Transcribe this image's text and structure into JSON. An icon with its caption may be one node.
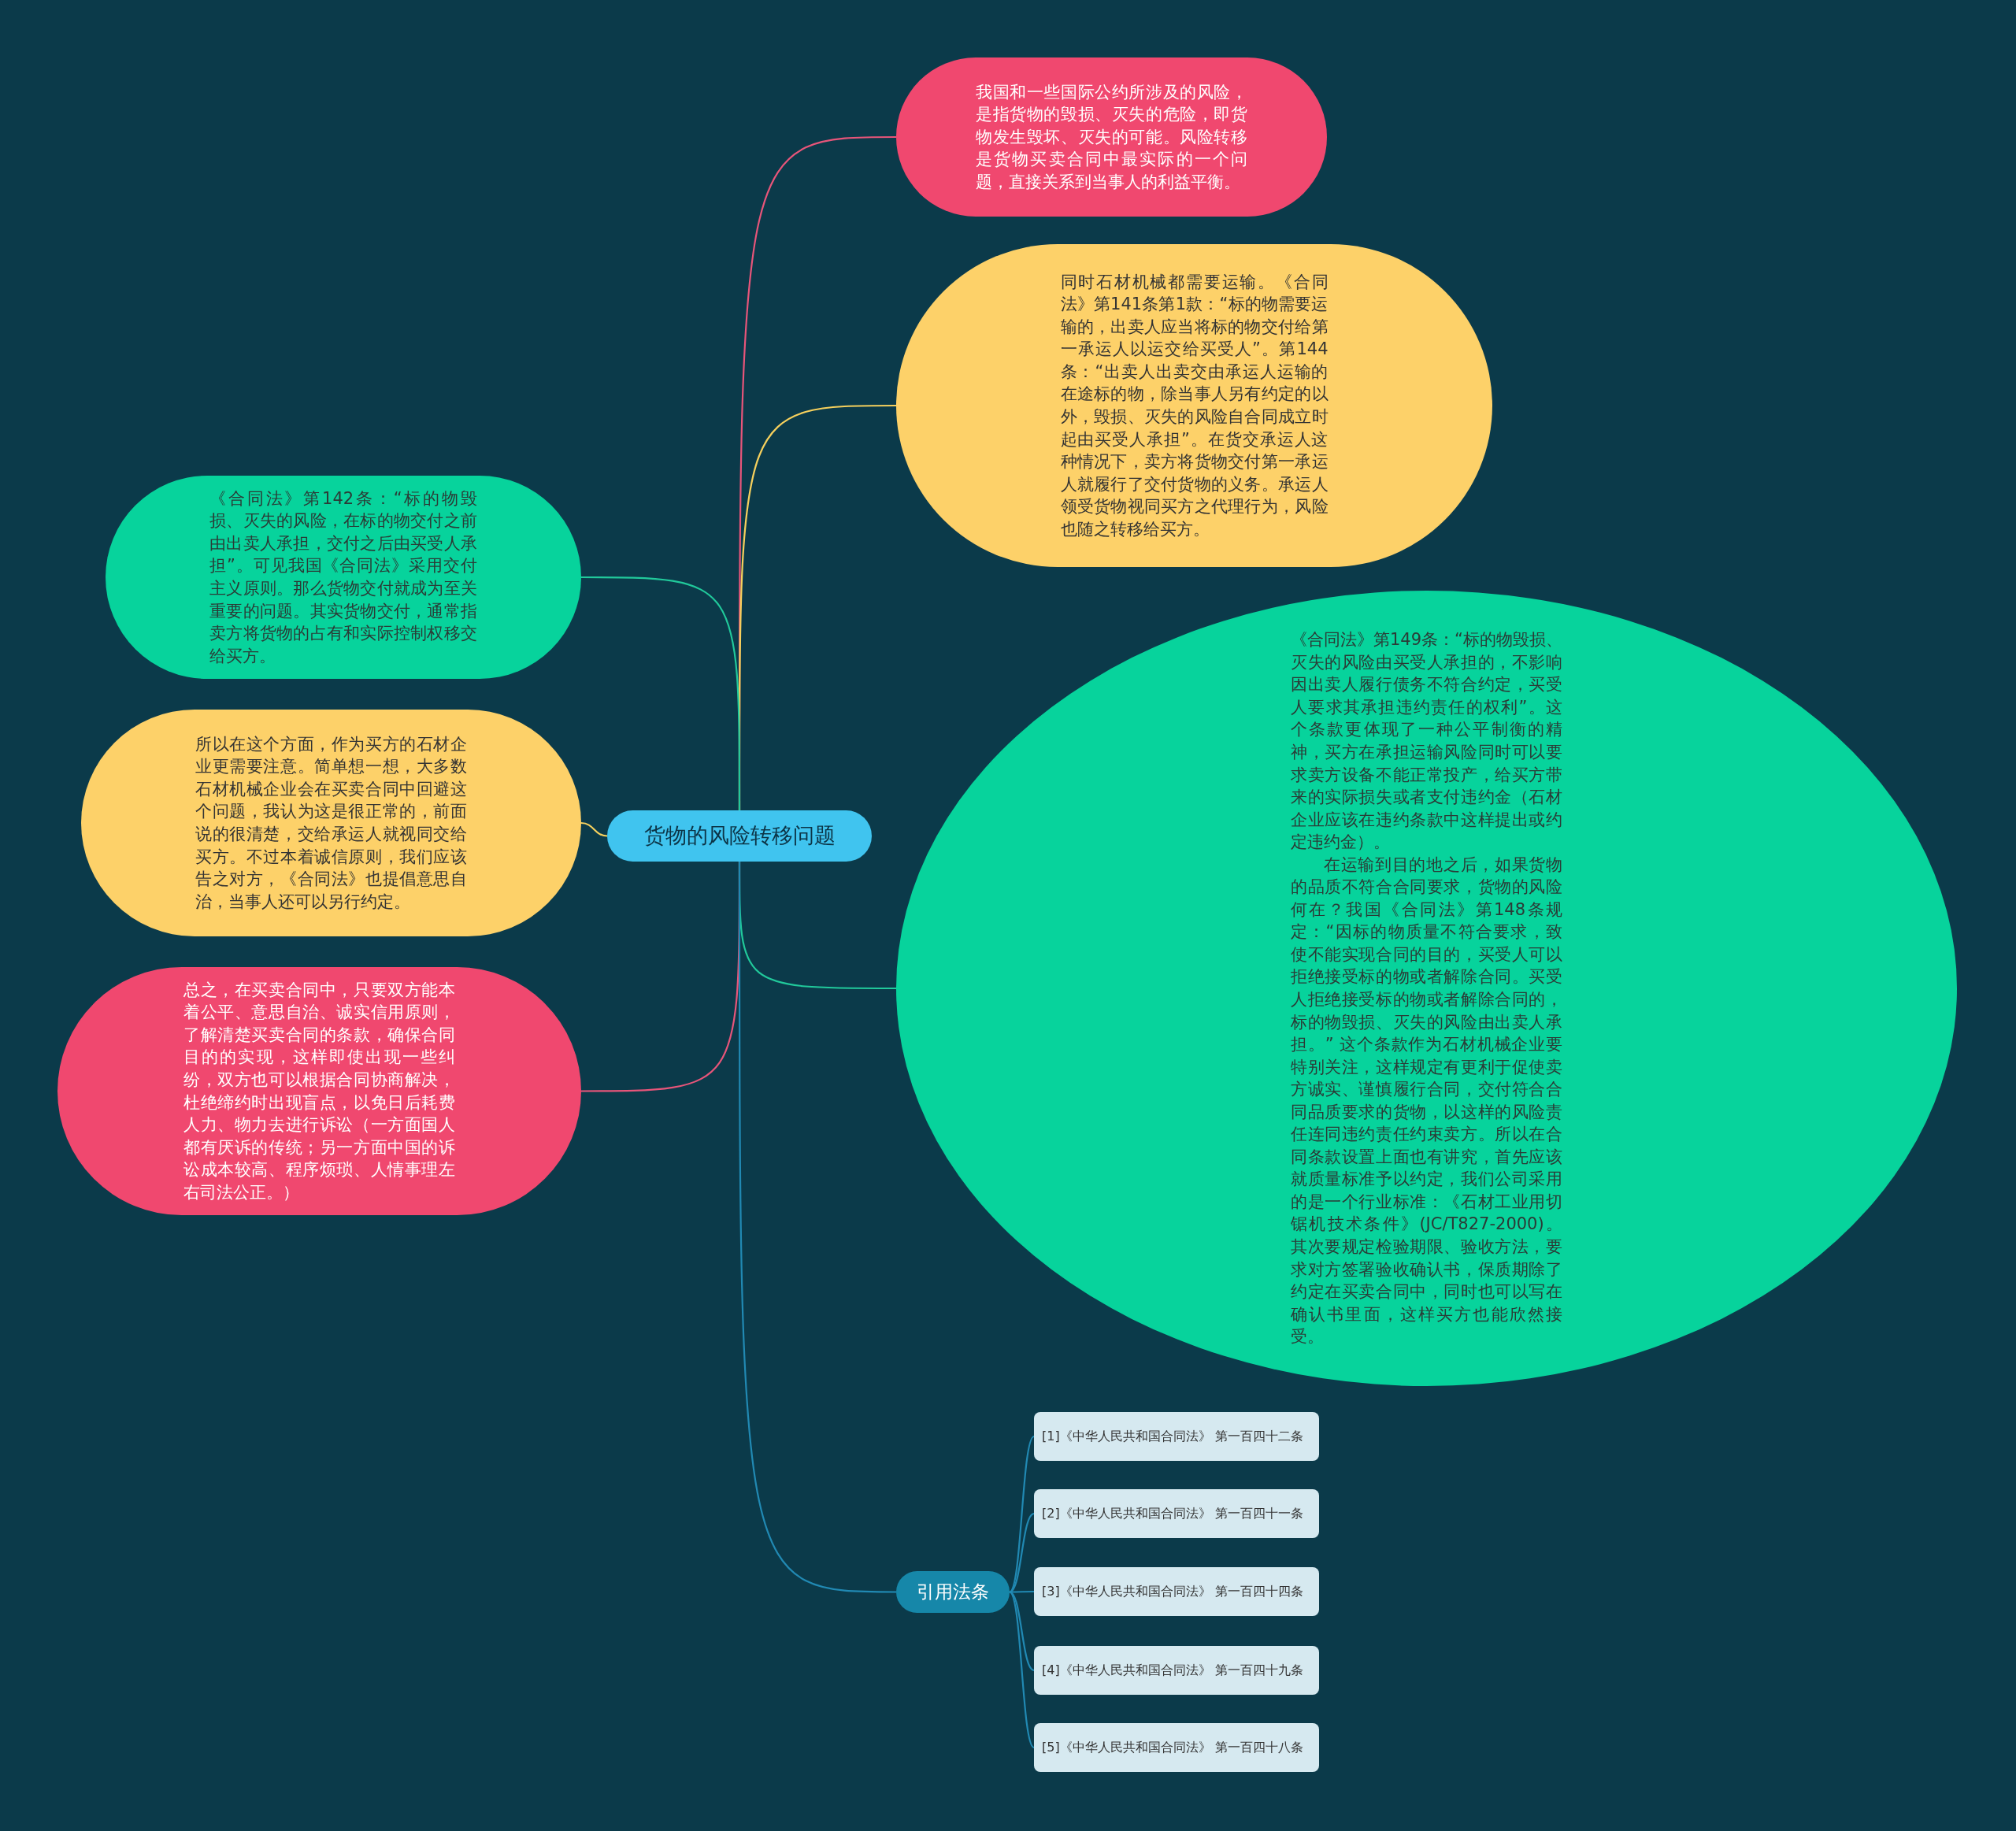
{
  "diagram": {
    "nodes": [
      {
        "text": [
          "货物的风险转移问题"
        ]
      },
      {
        "text": [
          "我国和一些国际公约所涉及的风险，是指货物的毁损、灭失的危险，即货物发生毁坏、灭失的可能。风险转移是货物买卖合同中最实际的一个问题，直接关系到当事人的利益平衡。"
        ]
      },
      {
        "text": [
          "同时石材机械都需要运输。《合同法》第141条第1款：“标的物需要运输的，出卖人应当将标的物交付给第一承运人以运交给买受人”。第144条：“出卖人出卖交由承运人运输的在途标的物，除当事人另有约定的以外，毁损、灭失的风险自合同成立时起由买受人承担”。在货交承运人这种情况下，卖方将货物交付第一承运人就履行了交付货物的义务。承运人领受货物视同买方之代理行为，风险也随之转移给买方。"
        ]
      },
      {
        "text": [
          "《合同法》第142条：“标的物毁损、灭失的风险，在标的物交付之前由出卖人承担，交付之后由买受人承担”。可见我国《合同法》采用交付主义原则。那么货物交付就成为至关重要的问题。其实货物交付，通常指卖方将货物的占有和实际控制权移交给买方。"
        ]
      },
      {
        "text": [
          "所以在这个方面，作为买方的石材企业更需要注意。简单想一想，大多数石材机械企业会在买卖合同中回避这个问题，我认为这是很正常的，前面说的很清楚，交给承运人就视同交给买方。不过本着诚信原则，我们应该告之对方，《合同法》也提倡意思自治，当事人还可以另行约定。"
        ]
      },
      {
        "text": [
          "总之，在买卖合同中，只要双方能本着公平、意思自治、诚实信用原则，了解清楚买卖合同的条款，确保合同目的的实现，这样即使出现一些纠纷，双方也可以根据合同协商解决，杜绝缔约时出现盲点，以免日后耗费人力、物力去进行诉讼（一方面国人都有厌诉的传统；另一方面中国的诉讼成本较高、程序烦琐、人情事理左右司法公正。）"
        ]
      },
      {
        "text": [
          "《合同法》第149条：“标的物毁损、灭失的风险由买受人承担的，不影响因出卖人履行债务不符合约定，买受人要求其承担违约责任的权利”。这个条款更体现了一种公平制衡的精神，买方在承担运输风险同时可以要求卖方设备不能正常投产，给买方带来的实际损失或者支付违约金（石材企业应该在违约条款中这样提出或约定违约金）。",
          "在运输到目的地之后，如果货物的品质不符合合同要求，货物的风险何在？我国《合同法》第148条规定：“因标的物质量不符合要求，致使不能实现合同的目的，买受人可以拒绝接受标的物或者解除合同。买受人拒绝接受标的物或者解除合同的，标的物毁损、灭失的风险由出卖人承担。” 这个条款作为石材机械企业要特别关注，这样规定有更利于促使卖方诚实、谨慎履行合同，交付符合合同品质要求的货物，以这样的风险责任连同违约责任约束卖方。所以在合同条款设置上面也有讲究，首先应该就质量标准予以约定，我们公司采用的是一个行业标准：《石材工业用切锯机技术条件》(JC/T827-2000)。其次要规定检验期限、验收方法，要求对方签署验收确认书，保质期除了约定在买卖合同中，同时也可以写在确认书里面，这样买方也能欣然接受。"
        ]
      },
      {
        "text": [
          "引用法条"
        ]
      },
      {
        "text": [
          "[1]《中华人民共和国合同法》 第一百四十二条"
        ]
      },
      {
        "text": [
          "[2]《中华人民共和国合同法》 第一百四十一条"
        ]
      },
      {
        "text": [
          "[3]《中华人民共和国合同法》 第一百四十四条"
        ]
      },
      {
        "text": [
          "[4]《中华人民共和国合同法》 第一百四十九条"
        ]
      },
      {
        "text": [
          "[5]《中华人民共和国合同法》 第一百四十八条"
        ]
      }
    ],
    "edges": [
      {
        "from": 0,
        "to": 1,
        "arrow": "none",
        "color": "#e8557a"
      },
      {
        "from": 0,
        "to": 2,
        "arrow": "none",
        "color": "#f6d05d"
      },
      {
        "from": 0,
        "to": 3,
        "arrow": "none",
        "color": "#21c99b"
      },
      {
        "from": 0,
        "to": 4,
        "arrow": "none",
        "color": "#f6d05d"
      },
      {
        "from": 0,
        "to": 5,
        "arrow": "none",
        "color": "#e8557a"
      },
      {
        "from": 0,
        "to": 6,
        "arrow": "none",
        "color": "#21c99b"
      },
      {
        "from": 0,
        "to": 7,
        "arrow": "none"
      },
      {
        "from": 7,
        "to": 8,
        "arrow": "none"
      },
      {
        "from": 7,
        "to": 9,
        "arrow": "none"
      },
      {
        "from": 7,
        "to": 10,
        "arrow": "none"
      },
      {
        "from": 7,
        "to": 11,
        "arrow": "none"
      },
      {
        "from": 7,
        "to": 12,
        "arrow": "none"
      }
    ]
  }
}
